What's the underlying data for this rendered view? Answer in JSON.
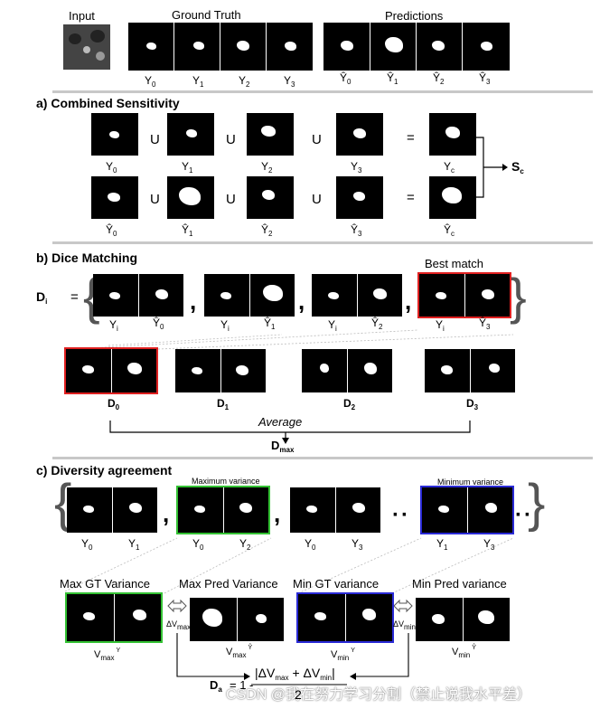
{
  "top": {
    "input_label": "Input",
    "gt_label": "Ground Truth",
    "pred_label": "Predictions",
    "gt_names": [
      "Y",
      "Y",
      "Y",
      "Y"
    ],
    "gt_subs": [
      "0",
      "1",
      "2",
      "3"
    ],
    "pred_names": [
      "Ŷ",
      "Ŷ",
      "Ŷ",
      "Ŷ"
    ],
    "pred_subs": [
      "0",
      "1",
      "2",
      "3"
    ]
  },
  "a": {
    "title": "a)  Combined Sensitivity",
    "union": "U",
    "equals": "=",
    "row1_names": [
      "Y",
      "Y",
      "Y",
      "Y",
      "Y"
    ],
    "row1_subs": [
      "0",
      "1",
      "2",
      "3",
      "c"
    ],
    "row2_names": [
      "Ŷ",
      "Ŷ",
      "Ŷ",
      "Ŷ",
      "Ŷ"
    ],
    "row2_subs": [
      "0",
      "1",
      "2",
      "3",
      "c"
    ],
    "sc": "S",
    "sc_sub": "c"
  },
  "b": {
    "title": "b) Dice Matching",
    "di": "D",
    "di_sub": "i",
    "eq": "=",
    "best_match": "Best match",
    "pair_labels": [
      {
        "a": "Y",
        "as": "i",
        "b": "Ŷ",
        "bs": "0"
      },
      {
        "a": "Y",
        "as": "i",
        "b": "Ŷ",
        "bs": "1"
      },
      {
        "a": "Y",
        "as": "i",
        "b": "Ŷ",
        "bs": "2"
      },
      {
        "a": "Y",
        "as": "i",
        "b": "Ŷ",
        "bs": "3"
      }
    ],
    "d_labels": [
      {
        "n": "D",
        "s": "0"
      },
      {
        "n": "D",
        "s": "1"
      },
      {
        "n": "D",
        "s": "2"
      },
      {
        "n": "D",
        "s": "3"
      }
    ],
    "average": "Average",
    "dmax": "D",
    "dmax_sub": "max"
  },
  "c": {
    "title": "c) Diversity agreement",
    "max_var": "Maximum variance",
    "min_var": "Minimum variance",
    "pair_labels": [
      {
        "a": "Y",
        "as": "0",
        "b": "Y",
        "bs": "1"
      },
      {
        "a": "Y",
        "as": "0",
        "b": "Y",
        "bs": "2"
      },
      {
        "a": "Y",
        "as": "0",
        "b": "Y",
        "bs": "3"
      },
      {
        "a": "Y",
        "as": "1",
        "b": "Y",
        "bs": "3"
      }
    ],
    "max_gt": "Max GT Variance",
    "max_pred": "Max Pred Variance",
    "min_gt": "Min GT variance",
    "min_pred": "Min Pred variance",
    "vmax": "V",
    "vmax_sub": "max",
    "vmin_sub": "min",
    "y_sup": "Y",
    "yhat_sup": "Ŷ",
    "dv_max": "ΔV",
    "dv_min": "ΔV",
    "da": "D",
    "da_sub": "a",
    "da_eq": "= 1 -",
    "formula_num": "|ΔV",
    "formula_plus": "+  ΔV",
    "formula_close": "|",
    "formula_den": "2"
  },
  "watermark": "CSDN @我在努力学习分割（禁止说我水平差）"
}
